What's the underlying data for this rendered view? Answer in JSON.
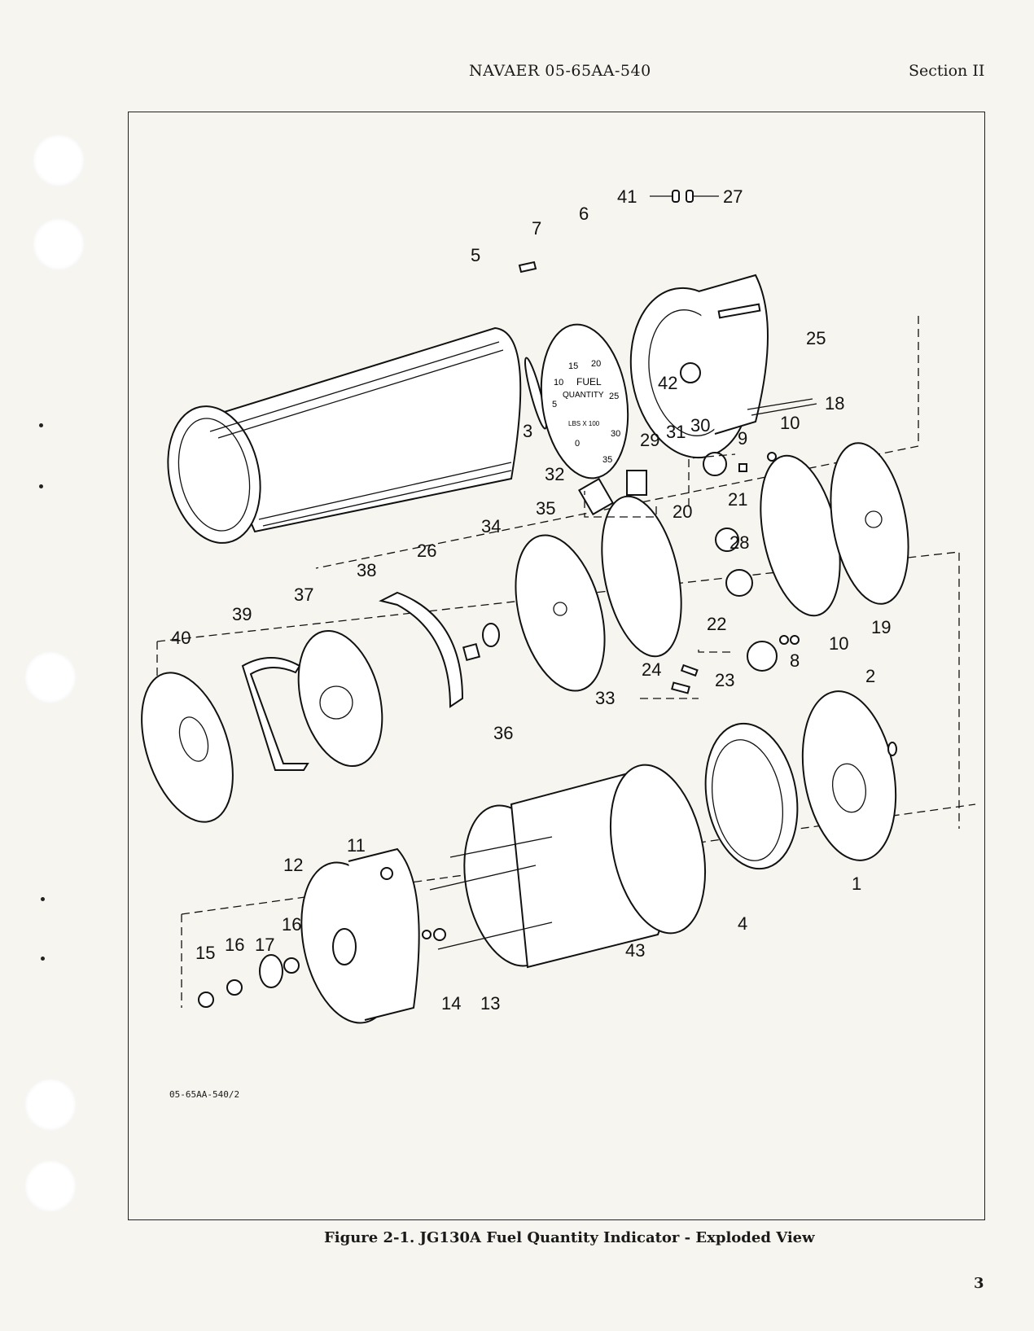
{
  "header": {
    "doc_number": "NAVAER 05-65AA-540",
    "section": "Section II"
  },
  "figure": {
    "caption": "Figure 2-1.  JG130A Fuel Quantity Indicator - Exploded View",
    "plate_id": "05-65AA-540/2",
    "dial_text": [
      "15",
      "20",
      "FUEL",
      "QUANTITY",
      "25",
      "10",
      "5",
      "LBS X 100",
      "30",
      "0",
      "35"
    ],
    "callouts": [
      "1",
      "2",
      "3",
      "4",
      "5",
      "6",
      "7",
      "8",
      "9",
      "10",
      "10",
      "11",
      "12",
      "13",
      "14",
      "15",
      "16",
      "16",
      "17",
      "18",
      "19",
      "20",
      "21",
      "22",
      "23",
      "24",
      "25",
      "26",
      "27",
      "28",
      "29",
      "30",
      "31",
      "32",
      "33",
      "34",
      "35",
      "36",
      "37",
      "38",
      "39",
      "40",
      "41",
      "42",
      "43"
    ]
  },
  "page_number": "3"
}
